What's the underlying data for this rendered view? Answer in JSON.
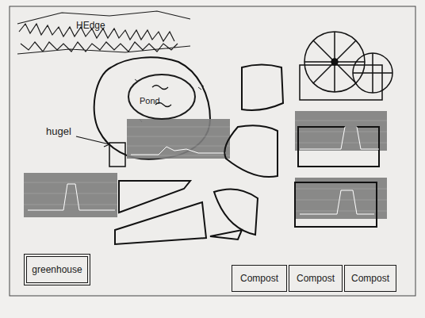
{
  "diagram": {
    "nodes": [
      {
        "text": [
          "HEdge"
        ]
      },
      {
        "text": [
          "Pond"
        ]
      },
      {
        "text": [
          "greenhouse"
        ]
      },
      {
        "text": [
          "Compost"
        ]
      },
      {
        "text": [
          "Compost"
        ]
      },
      {
        "text": [
          "Compost"
        ]
      }
    ],
    "labels": [
      "hugel"
    ]
  }
}
